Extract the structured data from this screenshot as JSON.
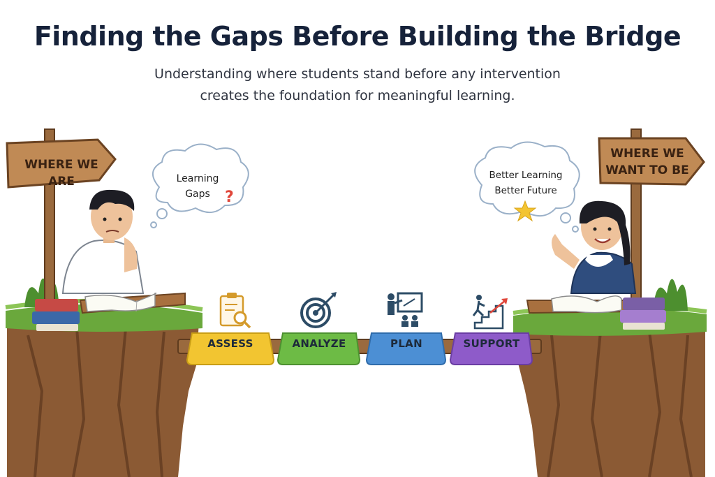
{
  "header": {
    "title": "Finding the Gaps Before Building the Bridge",
    "subtitle_line1": "Understanding where students stand before any intervention",
    "subtitle_line2": "creates the foundation for meaningful learning."
  },
  "signs": {
    "left": "WHERE WE ARE",
    "right_line1": "WHERE WE",
    "right_line2": "WANT TO BE"
  },
  "thoughts": {
    "left_line1": "Learning",
    "left_line2": "Gaps",
    "left_icon": "question-mark-icon",
    "right_line1": "Better Learning",
    "right_line2": "Better Future",
    "right_icon": "star-icon"
  },
  "steps": [
    {
      "label": "ASSESS",
      "color": "#f2c531",
      "icon": "clipboard-magnifier-icon"
    },
    {
      "label": "ANALYZE",
      "color": "#6dbb45",
      "icon": "target-icon"
    },
    {
      "label": "PLAN",
      "color": "#4c8fd4",
      "icon": "presentation-board-icon"
    },
    {
      "label": "SUPPORT",
      "color": "#8e5bc9",
      "icon": "climbing-stairs-icon"
    }
  ]
}
